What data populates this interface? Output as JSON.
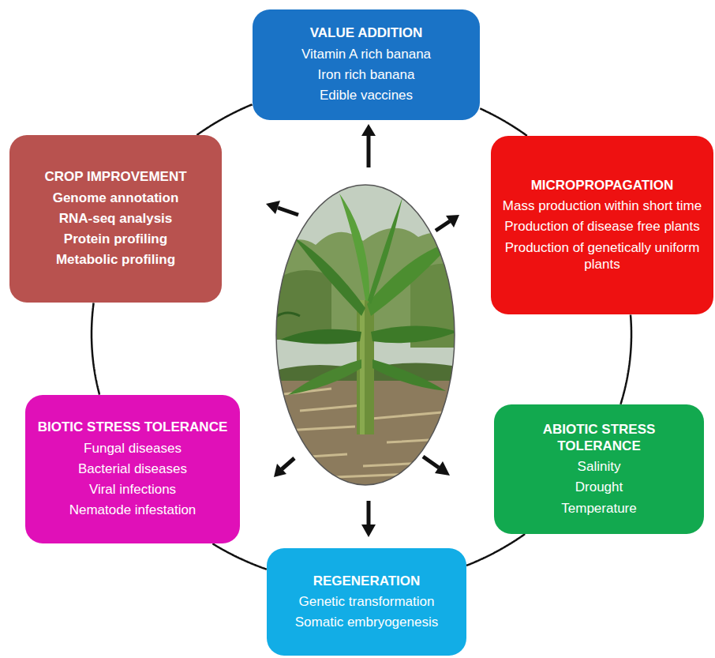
{
  "diagram": {
    "nodes": [
      {
        "text": [
          "VALUE ADDITION",
          "Vitamin A rich banana",
          "Iron rich banana",
          "Edible vaccines"
        ]
      },
      {
        "text": [
          "MICROPROPAGATION",
          "Mass production within short time",
          "Production of disease free plants",
          "Production of genetically uniform plants"
        ]
      },
      {
        "text": [
          "ABIOTIC STRESS TOLERANCE",
          "Salinity",
          "Drought",
          "Temperature"
        ]
      },
      {
        "text": [
          "REGENERATION",
          "Genetic transformation",
          "Somatic embryogenesis"
        ]
      },
      {
        "text": [
          "BIOTIC STRESS TOLERANCE",
          "Fungal diseases",
          "Bacterial diseases",
          "Viral infections",
          "Nematode infestation"
        ]
      },
      {
        "text": [
          "CROP IMPROVEMENT",
          "Genome annotation",
          "RNA-seq analysis",
          "Protein profiling",
          "Metabolic profiling"
        ]
      }
    ],
    "edges": [
      {
        "from": 0,
        "to": 1,
        "arrow": "none"
      },
      {
        "from": 1,
        "to": 2,
        "arrow": "none"
      },
      {
        "from": 2,
        "to": 3,
        "arrow": "none"
      },
      {
        "from": 3,
        "to": 4,
        "arrow": "none"
      },
      {
        "from": 4,
        "to": 5,
        "arrow": "none"
      },
      {
        "from": 5,
        "to": 0,
        "arrow": "none"
      }
    ]
  }
}
